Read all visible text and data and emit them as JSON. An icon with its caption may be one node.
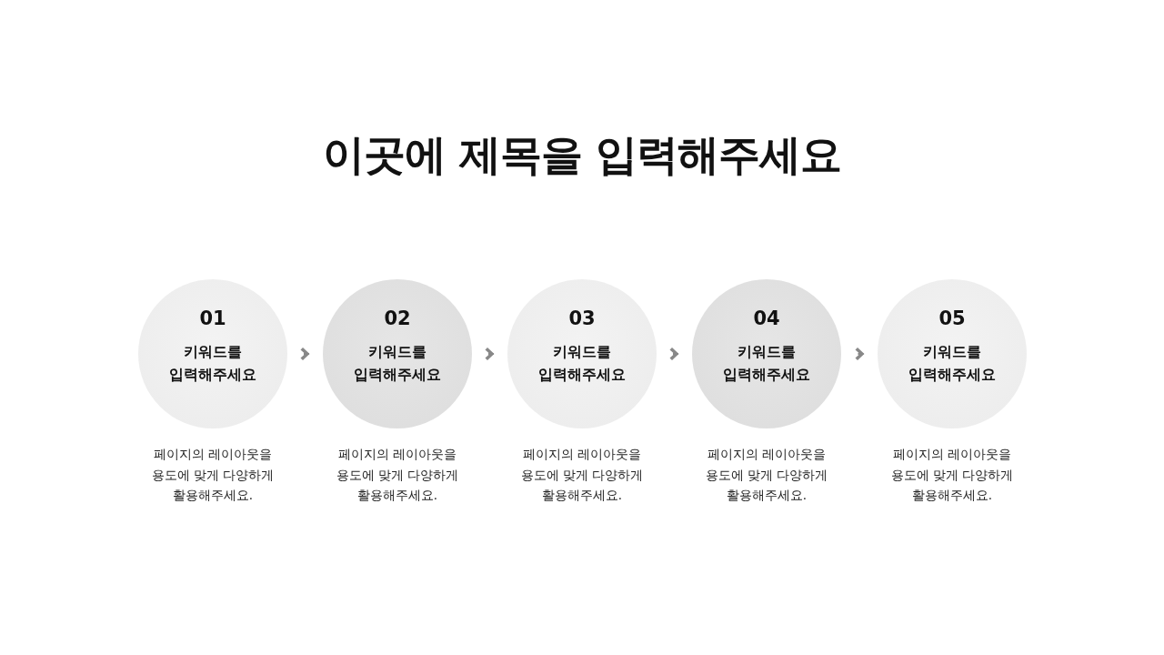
{
  "diagram": {
    "title": "이곳에 제목을 입력해주세요",
    "nodes": [
      {
        "text": [
          "01",
          "키워드를 입력해주세요"
        ],
        "beside": [
          "페이지의 레이아웃을 용도에 맞게 다양하게 활용해주세요."
        ]
      },
      {
        "text": [
          "02",
          "키워드를 입력해주세요"
        ],
        "beside": [
          "페이지의 레이아웃을 용도에 맞게 다양하게 활용해주세요."
        ]
      },
      {
        "text": [
          "03",
          "키워드를 입력해주세요"
        ],
        "beside": [
          "페이지의 레이아웃을 용도에 맞게 다양하게 활용해주세요."
        ]
      },
      {
        "text": [
          "04",
          "키워드를 입력해주세요"
        ],
        "beside": [
          "페이지의 레이아웃을 용도에 맞게 다양하게 활용해주세요."
        ]
      },
      {
        "text": [
          "05",
          "키워드를 입력해주세요"
        ],
        "beside": [
          "페이지의 레이아웃을 용도에 맞게 다양하게 활용해주세요."
        ]
      }
    ],
    "edges": [
      {
        "from": 0,
        "to": 1,
        "arrow": "to"
      },
      {
        "from": 1,
        "to": 2,
        "arrow": "to"
      },
      {
        "from": 2,
        "to": 3,
        "arrow": "to"
      },
      {
        "from": 3,
        "to": 4,
        "arrow": "to"
      }
    ]
  }
}
